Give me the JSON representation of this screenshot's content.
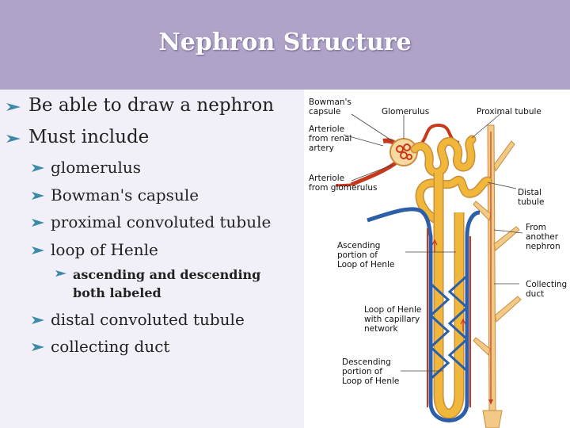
{
  "slide": {
    "title": "Nephron Structure",
    "bullets": [
      "Be able to draw a nephron",
      "Must include"
    ],
    "sub_bullets": [
      "glomerulus",
      "Bowman's capsule",
      "proximal convoluted tubule",
      "loop of Henle"
    ],
    "sub_sub_bullet": "ascending and descending both labeled",
    "sub_bullets_2": [
      "distal convoluted tubule",
      "collecting duct"
    ]
  },
  "figure": {
    "labels": {
      "bowmans_capsule": [
        "Bowman's",
        "capsule"
      ],
      "glomerulus": "Glomerulus",
      "proximal_tubule": "Proximal tubule",
      "arteriole_from_renal_artery": [
        "Arteriole",
        "from renal",
        "artery"
      ],
      "arteriole_from_glomerulus": [
        "Arteriole",
        "from glomerulus"
      ],
      "distal_tubule": [
        "Distal",
        "tubule"
      ],
      "from_another_nephron": [
        "From",
        "another",
        "nephron"
      ],
      "collecting_duct": [
        "Collecting",
        "duct"
      ],
      "loop_of_henle_capillary": [
        "Loop of Henle",
        "with capillary",
        "network"
      ],
      "ascending_portion": [
        "Ascending",
        "portion of",
        "Loop of Henle"
      ],
      "descending_portion": [
        "Descending",
        "portion of",
        "Loop of Henle"
      ]
    }
  },
  "colors": {
    "title_bar": "#b0a3c8",
    "bullet_arrow": "#3c8aa8",
    "tubule": "#f0b73a",
    "artery": "#c8381c",
    "vein": "#2c5fa8",
    "duct": "#f3c988"
  }
}
